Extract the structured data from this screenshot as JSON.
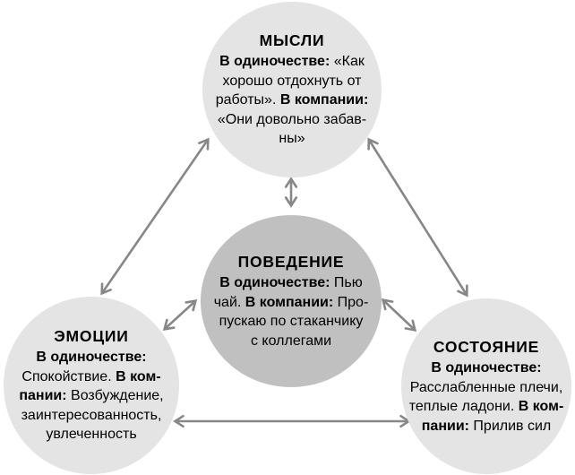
{
  "diagram": {
    "type": "network-diagram",
    "nodes": {
      "thoughts": {
        "title": "МЫСЛИ",
        "fill": "#e4e4e4",
        "lines": [
          [
            {
              "text": "В одиночестве: ",
              "bold": true
            },
            {
              "text": "«Как",
              "bold": false
            }
          ],
          [
            {
              "text": "хорошо отдохнуть от",
              "bold": false
            }
          ],
          [
            {
              "text": "работы». ",
              "bold": false
            },
            {
              "text": "В компании:",
              "bold": true
            }
          ],
          [
            {
              "text": "«Они довольно забав-",
              "bold": false
            }
          ],
          [
            {
              "text": "ны»",
              "bold": false
            }
          ]
        ]
      },
      "behavior": {
        "title": "ПОВЕДЕНИЕ",
        "fill": "#c0c0c0",
        "lines": [
          [
            {
              "text": "В одиночестве: ",
              "bold": true
            },
            {
              "text": "Пью",
              "bold": false
            }
          ],
          [
            {
              "text": "чай. ",
              "bold": false
            },
            {
              "text": "В компании: ",
              "bold": true
            },
            {
              "text": "Про-",
              "bold": false
            }
          ],
          [
            {
              "text": "пускаю по стаканчику",
              "bold": false
            }
          ],
          [
            {
              "text": "с коллегами",
              "bold": false
            }
          ]
        ]
      },
      "emotions": {
        "title": "ЭМОЦИИ",
        "fill": "#e4e4e4",
        "lines": [
          [
            {
              "text": "В одиночестве:",
              "bold": true
            }
          ],
          [
            {
              "text": "Спокойствие. ",
              "bold": false
            },
            {
              "text": "В ком-",
              "bold": true
            }
          ],
          [
            {
              "text": "пании: ",
              "bold": true
            },
            {
              "text": "Возбуждение,",
              "bold": false
            }
          ],
          [
            {
              "text": "заинтересованность,",
              "bold": false
            }
          ],
          [
            {
              "text": "увлеченность",
              "bold": false
            }
          ]
        ]
      },
      "state": {
        "title": "СОСТОЯНИЕ",
        "fill": "#e4e4e4",
        "lines": [
          [
            {
              "text": "В одиночестве:",
              "bold": true
            }
          ],
          [
            {
              "text": "Расслабленные плечи,",
              "bold": false
            }
          ],
          [
            {
              "text": "теплые ладони. ",
              "bold": false
            },
            {
              "text": "В ком-",
              "bold": true
            }
          ],
          [
            {
              "text": "пании: ",
              "bold": true
            },
            {
              "text": "Прилив сил",
              "bold": false
            }
          ]
        ]
      }
    },
    "edges": [
      {
        "from": "thoughts",
        "to": "behavior",
        "arrows": "both"
      },
      {
        "from": "thoughts",
        "to": "emotions",
        "arrows": "both"
      },
      {
        "from": "thoughts",
        "to": "state",
        "arrows": "both"
      },
      {
        "from": "behavior",
        "to": "emotions",
        "arrows": "both"
      },
      {
        "from": "behavior",
        "to": "state",
        "arrows": "both"
      },
      {
        "from": "emotions",
        "to": "state",
        "arrows": "both"
      }
    ],
    "colors": {
      "background": "#ffffff",
      "node_light": "#e4e4e4",
      "node_dark": "#c0c0c0",
      "arrow": "#878787",
      "text": "#000000"
    }
  }
}
